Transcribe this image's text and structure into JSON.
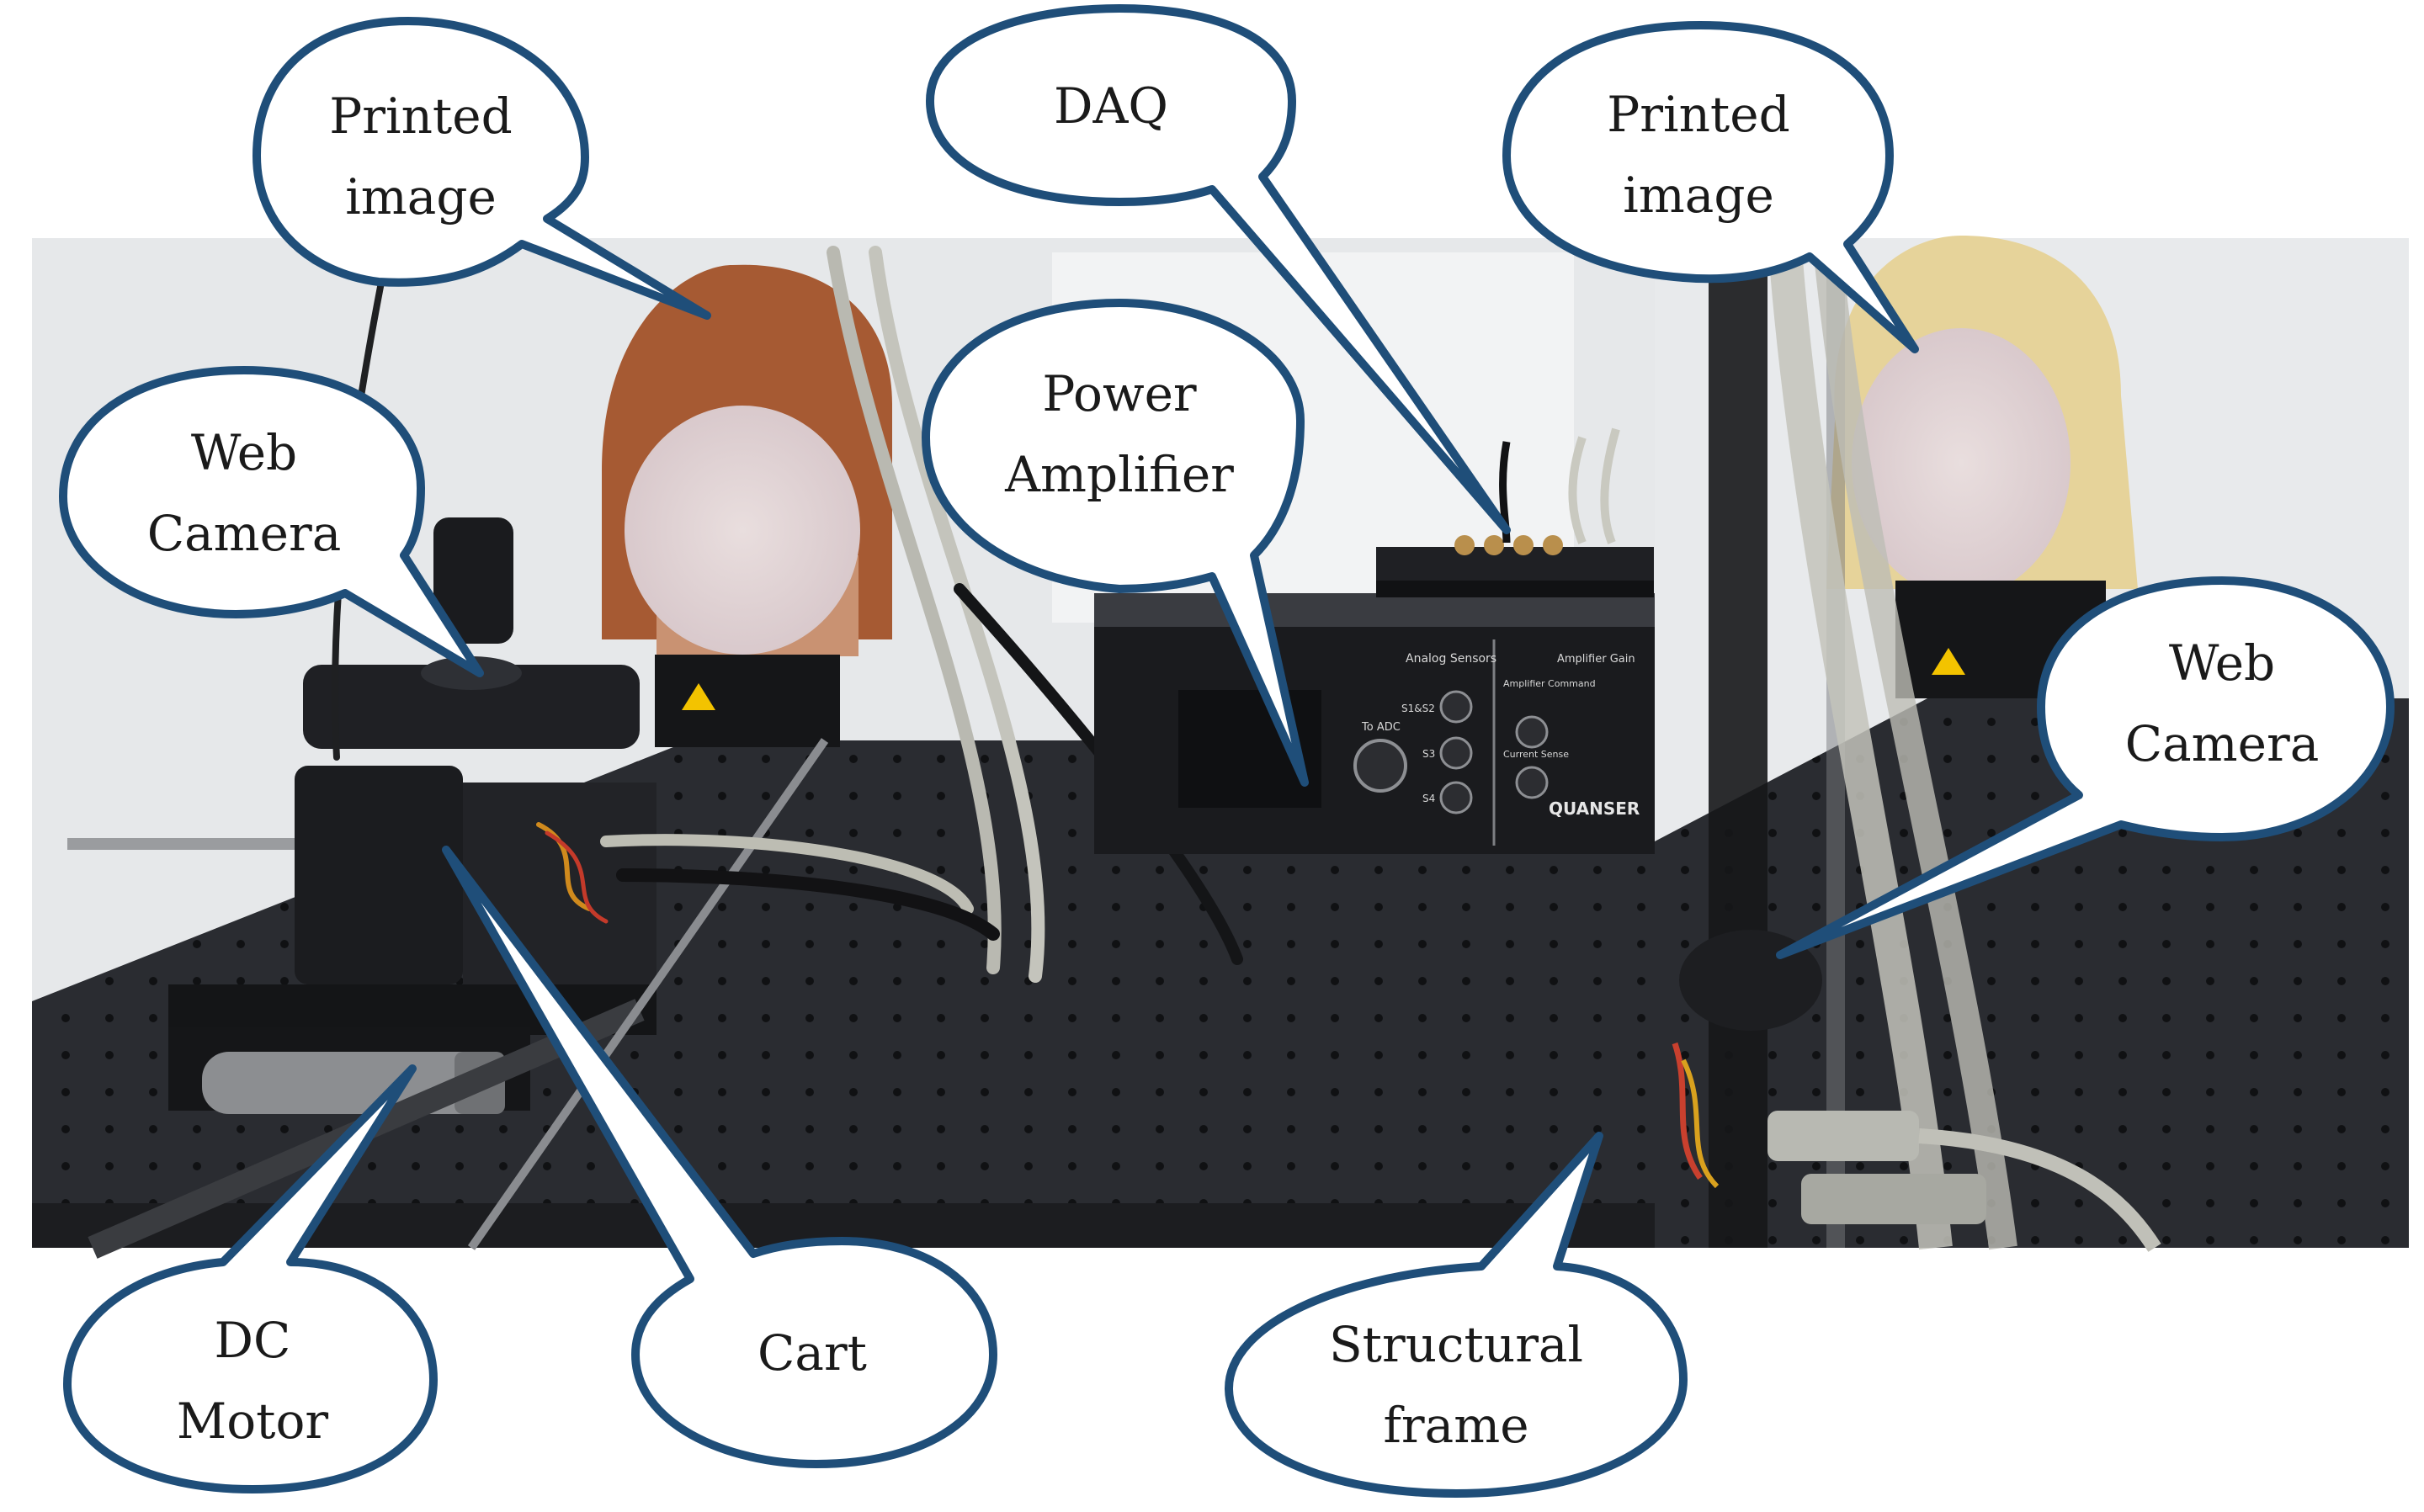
{
  "callouts": {
    "printed_image_left": [
      "Printed",
      "image"
    ],
    "daq": [
      "DAQ"
    ],
    "printed_image_right": [
      "Printed",
      "image"
    ],
    "web_camera_left": [
      "Web",
      "Camera"
    ],
    "power_amplifier": [
      "Power",
      "Amplifier"
    ],
    "web_camera_right": [
      "Web",
      "Camera"
    ],
    "dc_motor": [
      "DC",
      "Motor"
    ],
    "cart": [
      "Cart"
    ],
    "structural_frame": [
      "Structural",
      "frame"
    ]
  },
  "equipment_text": {
    "brand": "QUANSER",
    "analog_sensors": "Analog Sensors",
    "to_adc": "To ADC",
    "amplifier_gain": "Amplifier Gain",
    "amplifier_command": "Amplifier Command",
    "current_sense": "Current Sense",
    "port_s1s2": "S1&S2",
    "port_s3": "S3",
    "port_s4": "S4"
  },
  "colors": {
    "bubble_fill": "#ffffff",
    "bubble_stroke": "#1f4e79",
    "table_top": "#2a2c31",
    "background_wall": "#eceef0"
  }
}
